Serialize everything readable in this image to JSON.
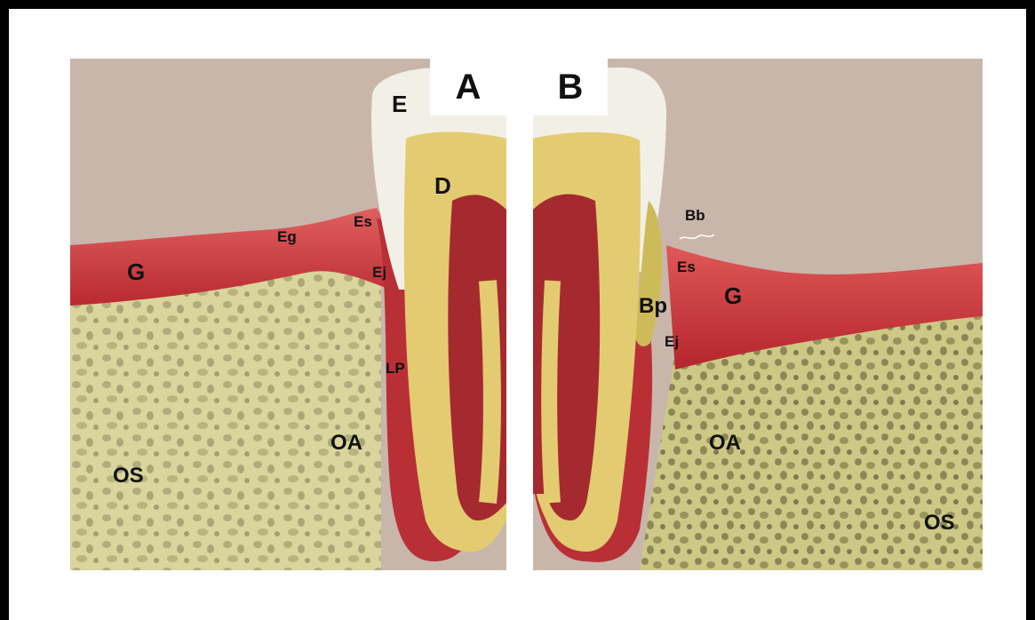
{
  "panels": {
    "a": {
      "letter": "A"
    },
    "b": {
      "letter": "B"
    }
  },
  "labels": {
    "a": {
      "E": "E",
      "D": "D",
      "Es": "Es",
      "Eg": "Eg",
      "G": "G",
      "Ej": "Ej",
      "LP": "LP",
      "OA": "OA",
      "OS": "OS"
    },
    "b": {
      "Bb": "Bb",
      "Es": "Es",
      "G": "G",
      "Bp": "Bp",
      "Ej": "Ej",
      "OA": "OA",
      "OS": "OS"
    }
  },
  "colors": {
    "background": "#c9b6ab",
    "gingiva": "#c9343a",
    "bone": "#d8d49b",
    "enamel": "#f2efe6",
    "dentin": "#e3cb72",
    "pulp": "#a52a2f",
    "frame": "#000000"
  }
}
